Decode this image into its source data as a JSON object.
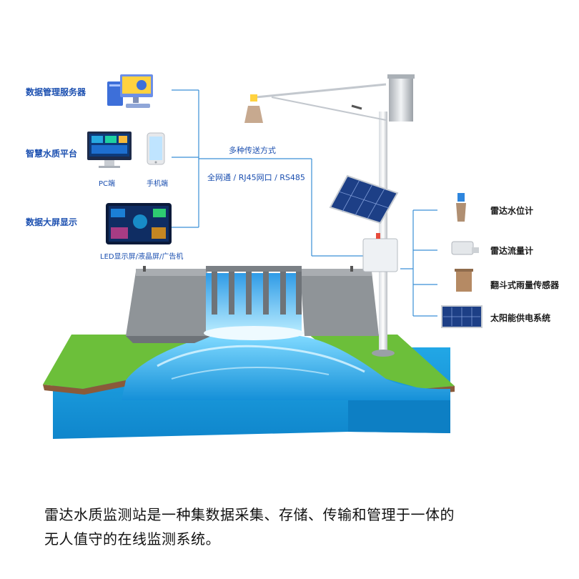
{
  "left_items": {
    "server": "数据管理服务器",
    "platform": "智慧水质平台",
    "bigscreen": "数据大屏显示"
  },
  "devices": {
    "pc": "PC端",
    "phone": "手机端",
    "led": "LED显示屏/液晶屏/广告机"
  },
  "transmission": {
    "title": "多种传送方式",
    "methods": "全网通 / RJ45网口 / RS485"
  },
  "sensors": [
    {
      "label": "雷达水位计"
    },
    {
      "label": "雷达流量计"
    },
    {
      "label": "翻斗式雨量传感器"
    },
    {
      "label": "太阳能供电系统"
    }
  ],
  "description": {
    "line1": "雷达水质监测站是一种集数据采集、存储、传输和管理于一体的",
    "line2": "无人值守的在线监测系统。"
  },
  "colors": {
    "line": "#3a8fd6",
    "label_blue": "#1b4fb0",
    "water": "#1aa3e0",
    "grass": "#6cbf3a",
    "dam": "#8f9498"
  }
}
